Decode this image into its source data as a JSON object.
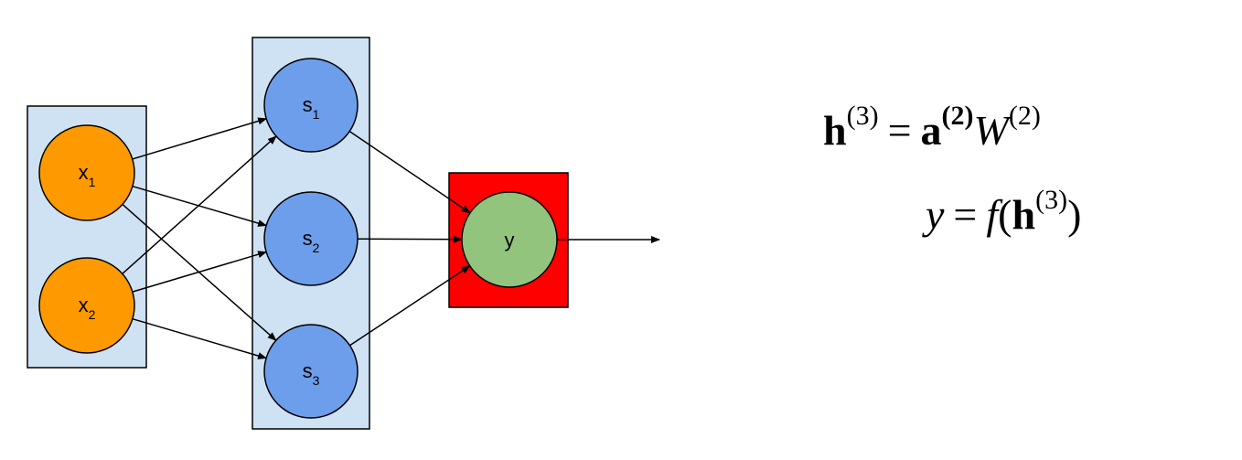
{
  "nodes": {
    "x1": {
      "var": "x",
      "sub": "1",
      "color": "#FF9900"
    },
    "x2": {
      "var": "x",
      "sub": "2",
      "color": "#FF9900"
    },
    "s1": {
      "var": "s",
      "sub": "1",
      "color": "#6D9EEB"
    },
    "s2": {
      "var": "s",
      "sub": "2",
      "color": "#6D9EEB"
    },
    "s3": {
      "var": "s",
      "sub": "3",
      "color": "#6D9EEB"
    },
    "y": {
      "var": "y",
      "color": "#93C47D"
    }
  },
  "boxes": {
    "input_fill": "#CFE2F3",
    "hidden_fill": "#CFE2F3",
    "output_fill": "#FF0000"
  },
  "edges": [
    [
      "x1",
      "s1"
    ],
    [
      "x1",
      "s2"
    ],
    [
      "x1",
      "s3"
    ],
    [
      "x2",
      "s1"
    ],
    [
      "x2",
      "s2"
    ],
    [
      "x2",
      "s3"
    ],
    [
      "s1",
      "y"
    ],
    [
      "s2",
      "y"
    ],
    [
      "s3",
      "y"
    ],
    [
      "y",
      "out"
    ]
  ],
  "equations": {
    "eq1": {
      "lhs": "h",
      "lhs_sup": "(3)",
      "eq": "=",
      "a": "a",
      "a_sup": "(2)",
      "w": "W",
      "w_sup": "(2)"
    },
    "eq2": {
      "lhs": "y",
      "eq": "=",
      "f": "f",
      "open": "(",
      "h": "h",
      "h_sup": "(3)",
      "close": ")"
    }
  }
}
